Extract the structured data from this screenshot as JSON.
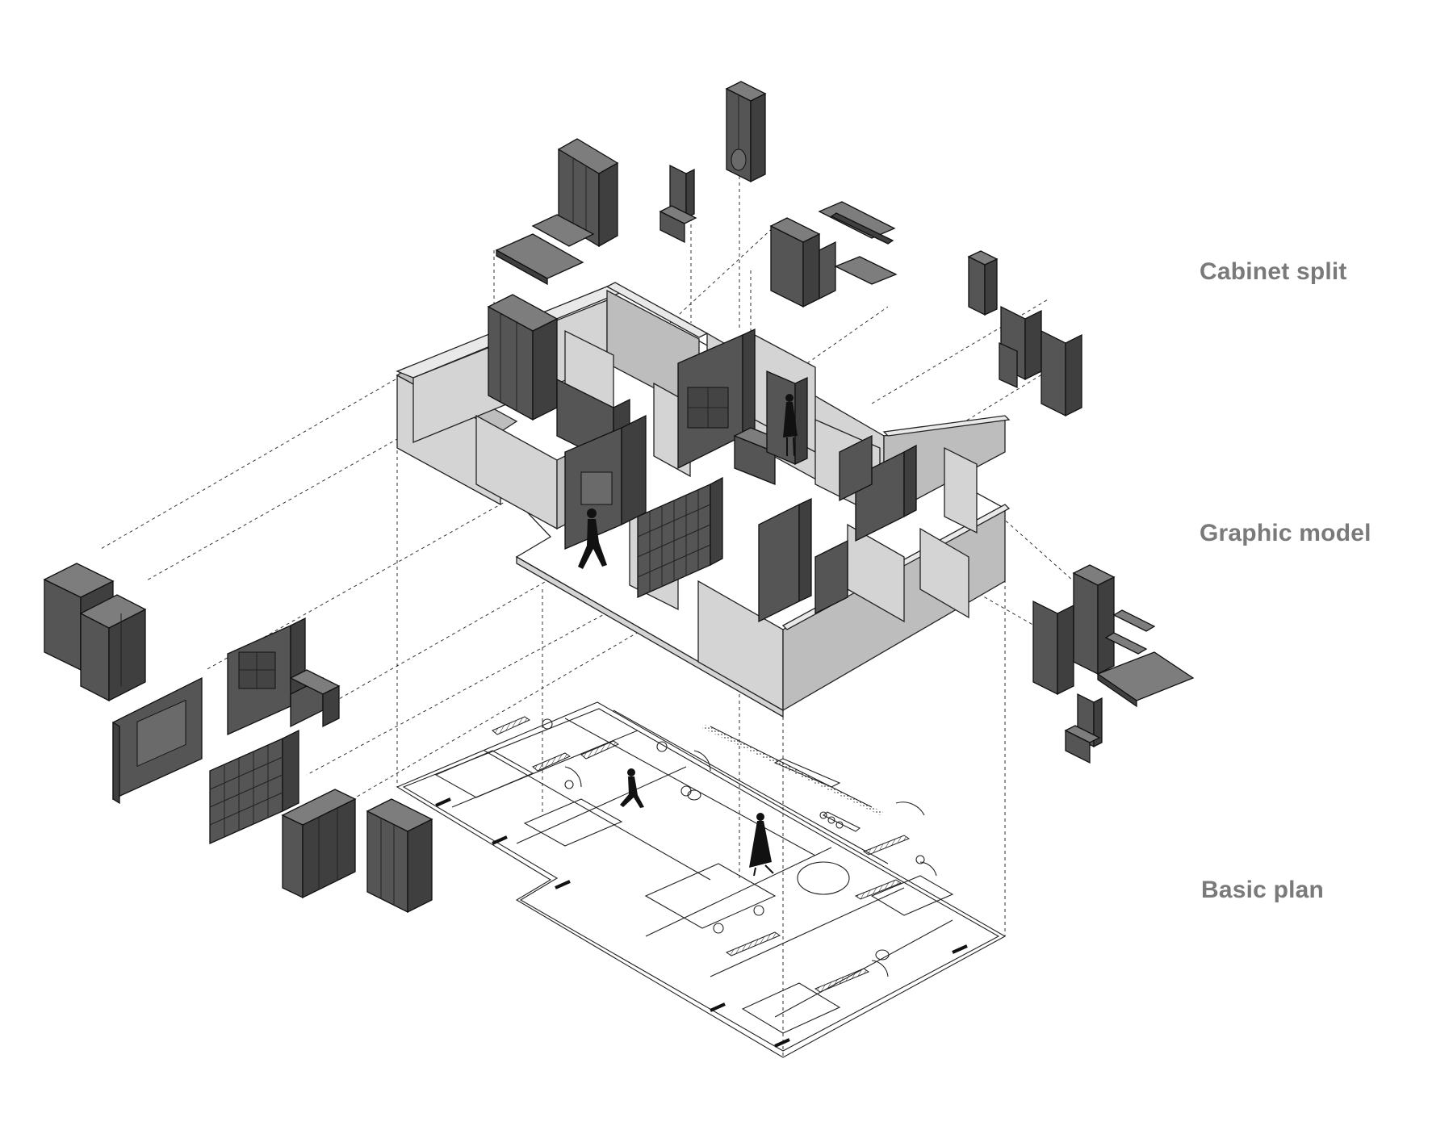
{
  "labels": {
    "cabinet_split": "Cabinet split",
    "graphic_model": "Graphic model",
    "basic_plan": "Basic plan"
  },
  "colors": {
    "label_text": "#7a7a7a",
    "cabinet_dark": "#555555",
    "wall_light": "#d4d4d4",
    "line": "#222222"
  }
}
